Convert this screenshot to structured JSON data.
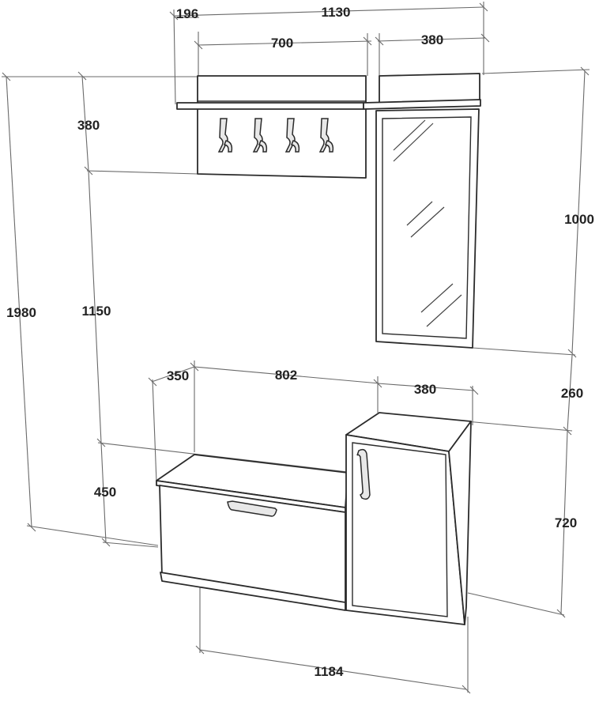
{
  "dimensions": {
    "hanger_depth": "196",
    "overall_width": "1130",
    "hook_panel_width": "700",
    "mirror_width": "380",
    "hook_panel_height": "380",
    "total_height": "1980",
    "shelf_top_height": "1150",
    "mirror_height": "1000",
    "mirror_gap": "260",
    "bench_depth": "350",
    "bench_width": "802",
    "cabinet_width": "380",
    "bench_height": "450",
    "cabinet_height": "720",
    "base_width": "1184"
  }
}
